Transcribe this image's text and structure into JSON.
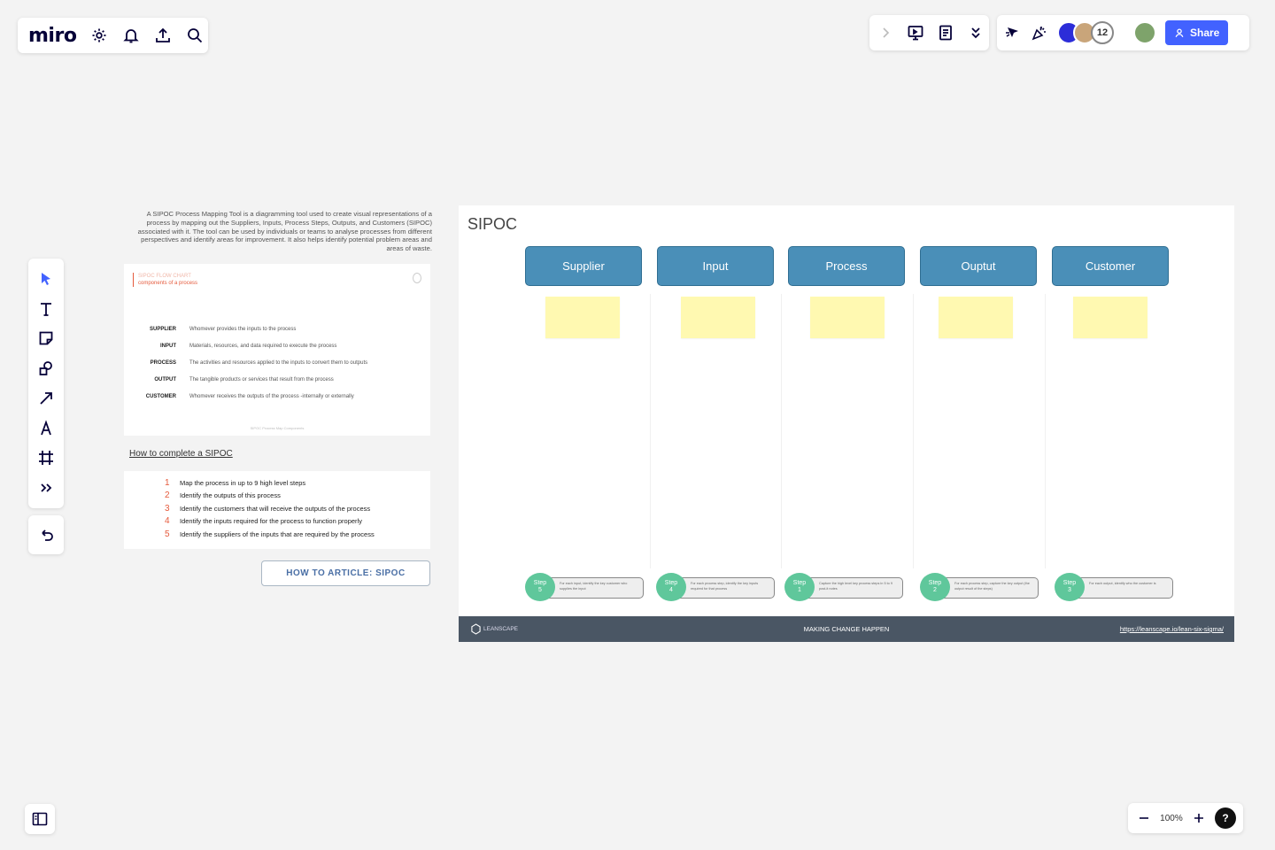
{
  "app": {
    "logo": "miro",
    "zoom": "100%",
    "collaborator_count": "12",
    "share_label": "Share",
    "help": "?"
  },
  "intro": "A SIPOC Process Mapping Tool is a diagramming tool used to create visual representations of a process by mapping out the Suppliers, Inputs, Process Steps, Outputs, and Customers (SIPOC) associated with it. The tool can be used by individuals or teams to analyse processes from different perspectives and identify areas for improvement. It also helps identify potential problem areas and areas of waste.",
  "components": {
    "heading_faint": "SIPOC FLOW CHART",
    "heading": "components of a process",
    "rows": [
      {
        "key": "SUPPLIER",
        "value": "Whomever provides the inputs to the process"
      },
      {
        "key": "INPUT",
        "value": "Materials, resources, and data required to execute the process"
      },
      {
        "key": "PROCESS",
        "value": "The activities and resources applied to the inputs to convert them to outputs"
      },
      {
        "key": "OUTPUT",
        "value": "The tangible products or services that result from the process"
      },
      {
        "key": "CUSTOMER",
        "value": "Whomever receives the outputs of the process -internally or externally"
      }
    ],
    "footer": "SIPOC Process Map Components"
  },
  "how_link": "How to complete a SIPOC",
  "how_steps": [
    {
      "n": "1",
      "text": "Map the process in up to 9 high level steps"
    },
    {
      "n": "2",
      "text": "Identify the outputs of this process"
    },
    {
      "n": "3",
      "text": "Identify the customers that will receive the outputs of the process"
    },
    {
      "n": "4",
      "text": "Identify the inputs required for the process to function properly"
    },
    {
      "n": "5",
      "text": "Identify the suppliers of the inputs that are required by the process"
    }
  ],
  "article_button": "HOW TO ARTICLE: SIPOC",
  "sipoc": {
    "title": "SIPOC",
    "columns": [
      "Supplier",
      "Input",
      "Process",
      "Ouptut",
      "Customer"
    ],
    "steps": [
      {
        "label": "Step",
        "num": "5",
        "note": "For each input, identify the key customer who supplies the input"
      },
      {
        "label": "Step",
        "num": "4",
        "note": "For each process step, identify the key inputs required for that process"
      },
      {
        "label": "Step",
        "num": "1",
        "note": "Capture the high level key process steps in 5 to 9 post-it notes"
      },
      {
        "label": "Step",
        "num": "2",
        "note": "For each process step, capture the key output (the output result of the steps)"
      },
      {
        "label": "Step",
        "num": "3",
        "note": "For each output, identify who the customer is"
      }
    ],
    "footer": {
      "brand": "LEANSCAPE",
      "tagline": "MAKING CHANGE HAPPEN",
      "url": "https://leanscape.io/lean-six-sigma/"
    }
  }
}
